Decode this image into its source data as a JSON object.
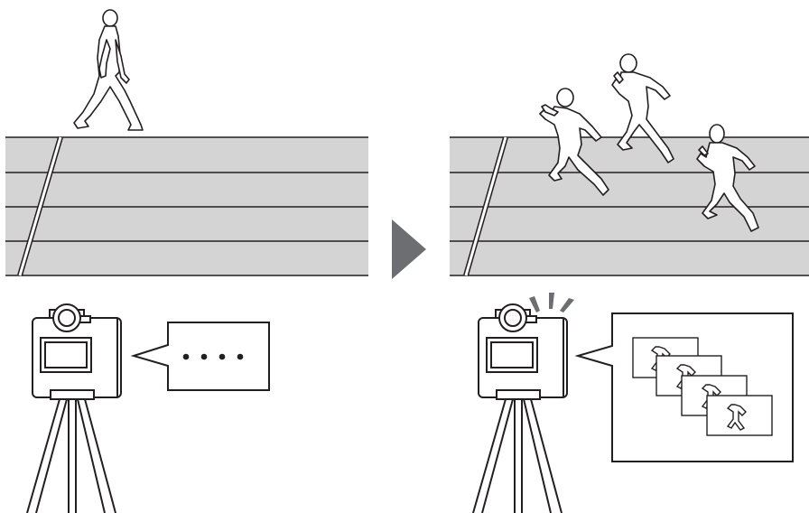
{
  "diagram": {
    "panels": [
      {
        "id": "idle",
        "subject": "person-walking",
        "camera_state": "waiting",
        "speech_bubble_text": "...."
      },
      {
        "id": "capture",
        "subject": "people-running",
        "camera_state": "shooting",
        "speech_bubble_content": "frame-sequence"
      }
    ],
    "transition": "arrow-right",
    "colors": {
      "track": "#d4d4d4",
      "outline": "#231f20",
      "arrow": "#6d6e71",
      "background": "#ffffff"
    },
    "icons": [
      "walking-person-icon",
      "running-person-icon",
      "camera-icon",
      "tripod-icon",
      "speech-bubble-icon",
      "flash-rays-icon",
      "arrow-right-icon"
    ]
  }
}
